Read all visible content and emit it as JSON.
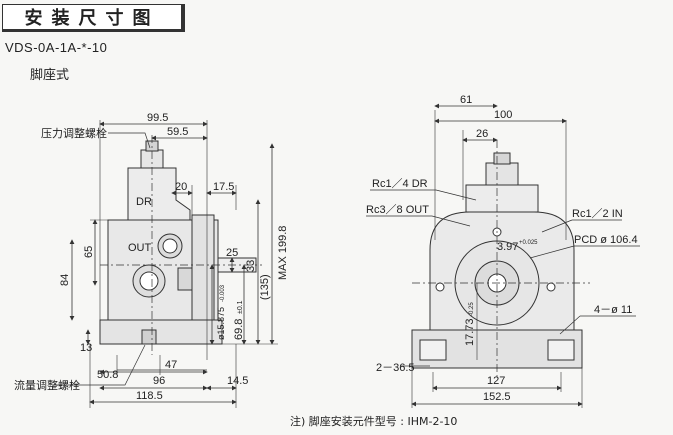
{
  "header": {
    "title": "安装尺寸图",
    "model": "VDS-0A-1A-*-10",
    "mount_type": "脚座式"
  },
  "side_view": {
    "labels": {
      "pressure_adjust_screw": "压力调整螺栓",
      "flow_adjust_screw": "流量调整螺栓",
      "dr": "DR",
      "out": "OUT"
    },
    "dims": {
      "d99_5": "99.5",
      "d59_5": "59.5",
      "d20": "20",
      "d17_5": "17.5",
      "d65": "65",
      "d84": "84",
      "d25": "25",
      "d33": "33",
      "d135": "(135)",
      "max199_8": "MAX 199.8",
      "d69_8": "69.8",
      "d69_8_tol": "±0.1",
      "shaft_dia": "ø15.875",
      "shaft_dia_tol": "-0.003",
      "d13": "13",
      "d50_8": "50.8",
      "d47": "47",
      "d96": "96",
      "d14_5": "14.5",
      "d118_5": "118.5"
    }
  },
  "front_view": {
    "labels": {
      "rc14_dr": "Rc1／4 DR",
      "rc38_out": "Rc3／8 OUT",
      "rc12_in": "Rc1／2 IN",
      "pcd": "PCD ø 106.4",
      "holes": "4－ø 11",
      "slots": "2－36.5",
      "key": "3.97",
      "key_tol": "+0.025",
      "shaft_h": "17.73",
      "shaft_h_tol": "-0.25"
    },
    "dims": {
      "d61": "61",
      "d100": "100",
      "d26": "26",
      "d127": "127",
      "d152_5": "152.5"
    }
  },
  "footnote": "注) 脚座安装元件型号 : IHM-2-10"
}
